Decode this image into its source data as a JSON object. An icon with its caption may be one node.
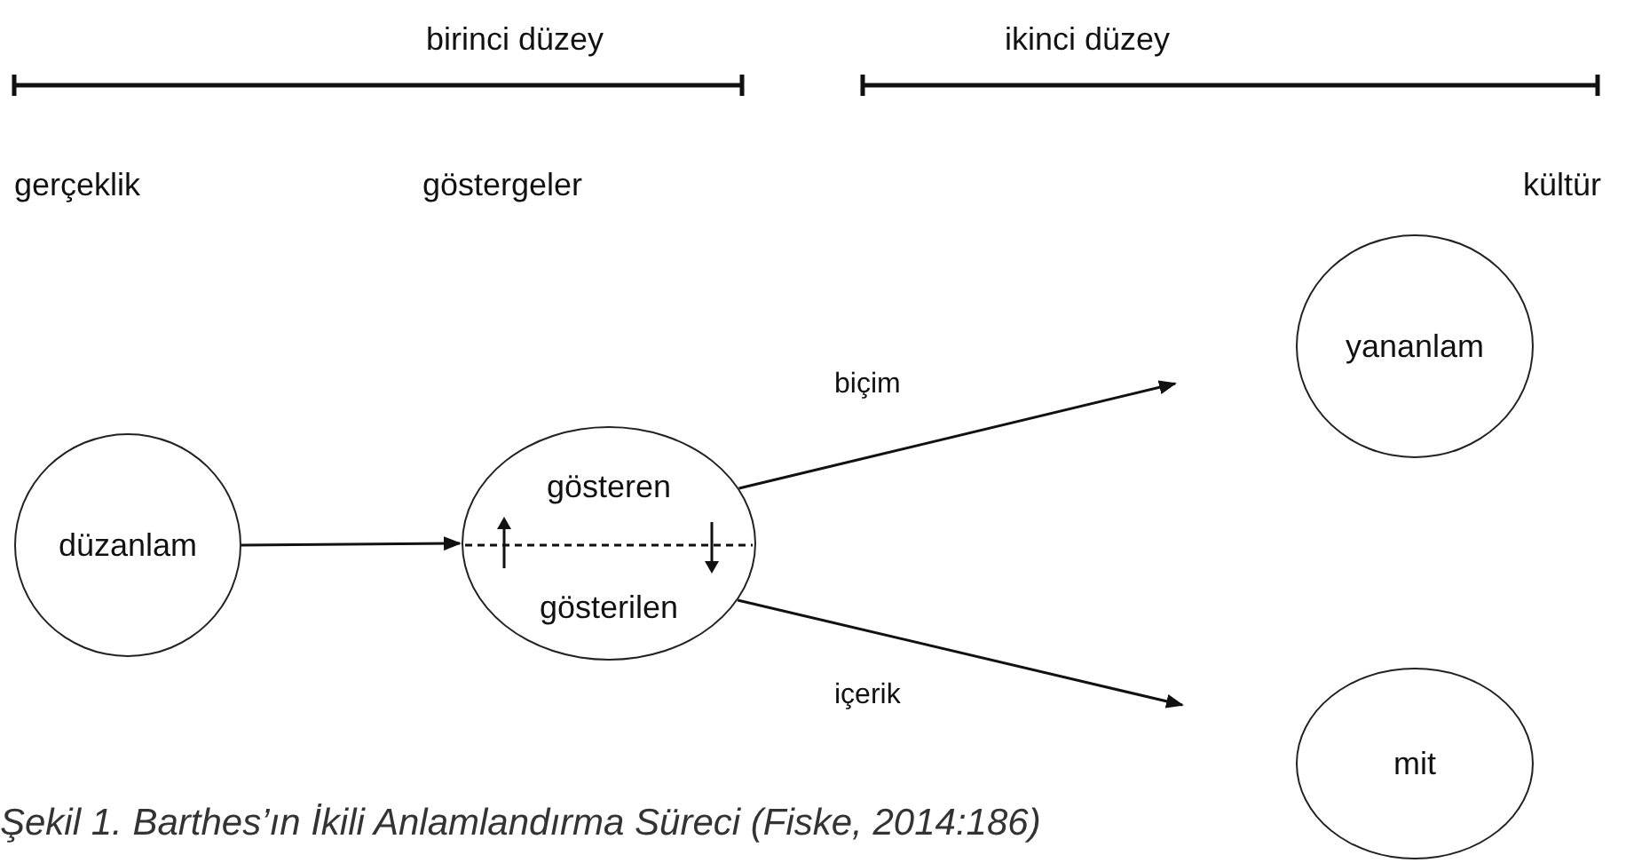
{
  "diagram": {
    "caption": "Şekil 1. Barthes’ın İkili Anlamlandırma Süreci (Fiske, 2014:186)",
    "nodes": [
      {
        "text": [
          "düzanlam"
        ]
      },
      {
        "text": [
          "gösteren",
          "gösterilen"
        ]
      },
      {
        "text": [
          "yananlam"
        ]
      },
      {
        "text": [
          "mit"
        ]
      }
    ],
    "edges": [
      {
        "from": 0,
        "to": 1,
        "arrow": "to"
      },
      {
        "from": 1,
        "to": 2,
        "arrow": "to",
        "label": "biçim"
      },
      {
        "from": 1,
        "to": 3,
        "arrow": "to",
        "label": "içerik"
      }
    ],
    "labels": [
      "birinci düzey",
      "ikinci düzey",
      "gerçeklik",
      "göstergeler",
      "kültür"
    ]
  }
}
